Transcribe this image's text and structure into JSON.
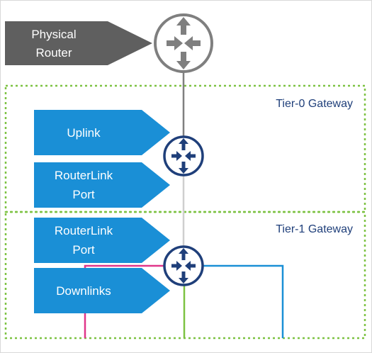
{
  "physical_router": {
    "line1": "Physical",
    "line2": "Router"
  },
  "tier0": {
    "label": "Tier-0 Gateway",
    "ports": [
      {
        "lines": [
          "Uplink"
        ]
      },
      {
        "lines": [
          "RouterLink",
          "Port"
        ]
      }
    ]
  },
  "tier1": {
    "label": "Tier-1 Gateway",
    "ports": [
      {
        "lines": [
          "RouterLink",
          "Port"
        ]
      },
      {
        "lines": [
          "Downlinks"
        ]
      }
    ]
  },
  "colors": {
    "port_blue": "#1a8fd6",
    "router_navy": "#1f3f7a",
    "router_gray": "#7f7f7f",
    "gateway_border": "#7dc242",
    "gateway_label": "#1f3f7a",
    "link_gray": "#7f7f7f",
    "link_light": "#cfcfcf",
    "downlink_pink": "#e0368a",
    "downlink_green": "#7dc242",
    "downlink_blue": "#1a8fd6"
  }
}
